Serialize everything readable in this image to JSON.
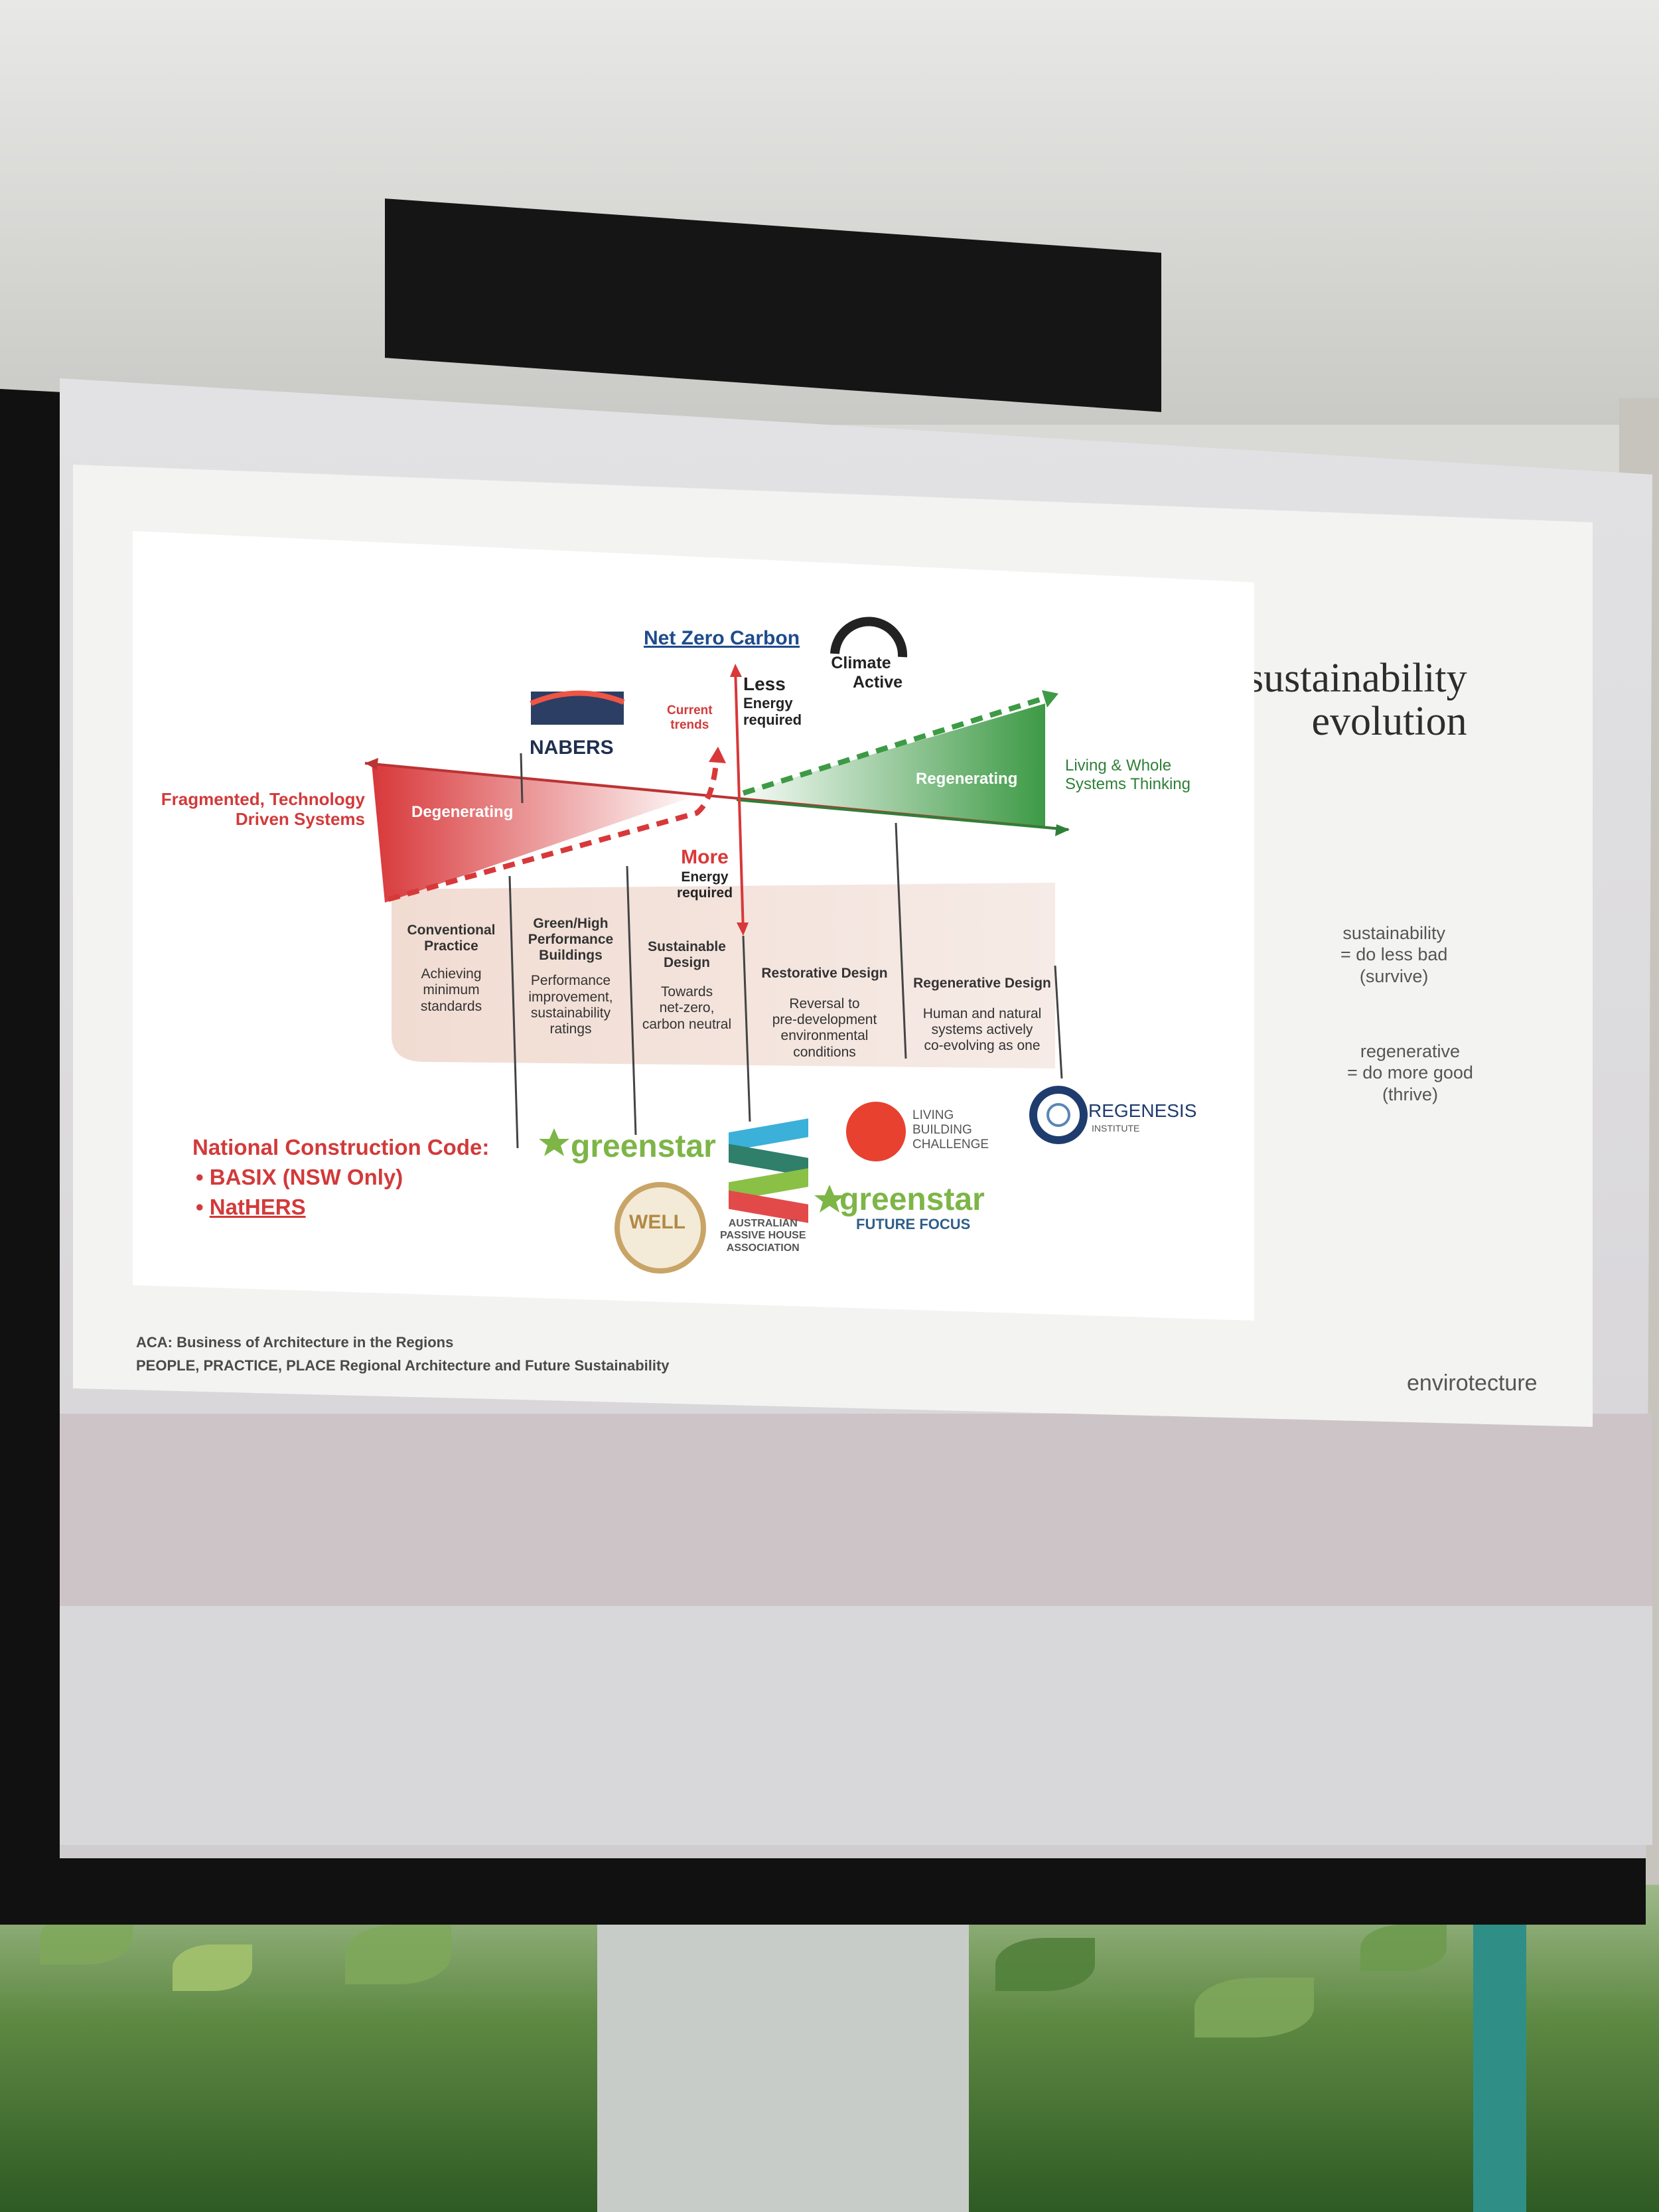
{
  "slide": {
    "title_line1": "sustainability",
    "title_line2": "evolution",
    "note_sustainability": [
      "sustainability",
      "= do less bad",
      "(survive)"
    ],
    "note_regenerative": [
      "regenerative",
      "= do more good",
      "(thrive)"
    ],
    "footer_line1": "ACA: Business of Architecture in the Regions",
    "footer_line2": "PEOPLE, PRACTICE, PLACE Regional Architecture and Future Sustainability",
    "brand": "envirotecture"
  },
  "diagram": {
    "net_zero": "Net Zero Carbon",
    "climate_active": [
      "Climate",
      "Active"
    ],
    "nabers": "NABERS",
    "current_trends": [
      "Current",
      "trends"
    ],
    "less_energy": [
      "Less",
      "Energy",
      "required"
    ],
    "more_energy": [
      "More",
      "Energy",
      "required"
    ],
    "left_label": [
      "Fragmented, Technology",
      "Driven Systems"
    ],
    "right_label": [
      "Living & Whole",
      "Systems Thinking"
    ],
    "degenerating": "Degenerating",
    "regenerating": "Regenerating",
    "stages": [
      {
        "title": [
          "Conventional",
          "Practice"
        ],
        "desc": [
          "Achieving",
          "minimum",
          "standards"
        ]
      },
      {
        "title": [
          "Green/High",
          "Performance",
          "Buildings"
        ],
        "desc": [
          "Performance",
          "improvement,",
          "sustainability",
          "ratings"
        ]
      },
      {
        "title": [
          "Sustainable",
          "Design"
        ],
        "desc": [
          "Towards",
          "net-zero,",
          "carbon neutral"
        ]
      },
      {
        "title": [
          "Restorative Design"
        ],
        "desc": [
          "Reversal to",
          "pre-development",
          "environmental",
          "conditions"
        ]
      },
      {
        "title": [
          "Regenerative Design"
        ],
        "desc": [
          "Human and natural",
          "systems actively",
          "co-evolving as one"
        ]
      }
    ],
    "ncc_title": "National Construction Code:",
    "ncc_items": [
      "BASIX (NSW Only)",
      "NatHERS"
    ],
    "greenstar": "greenstar",
    "well": "WELL",
    "aph": [
      "AUSTRALIAN",
      "PASSIVE HOUSE",
      "ASSOCIATION"
    ],
    "greenstar_ff": "greenstar",
    "greenstar_ff_sub": "FUTURE FOCUS",
    "lbc": [
      "LIVING",
      "BUILDING",
      "CHALLENGE"
    ],
    "regenesis": "REGENESIS",
    "regenesis_sub": "INSTITUTE"
  },
  "colors": {
    "red": "#d8383a",
    "green": "#3d9a45",
    "navy": "#1f3c6e"
  }
}
